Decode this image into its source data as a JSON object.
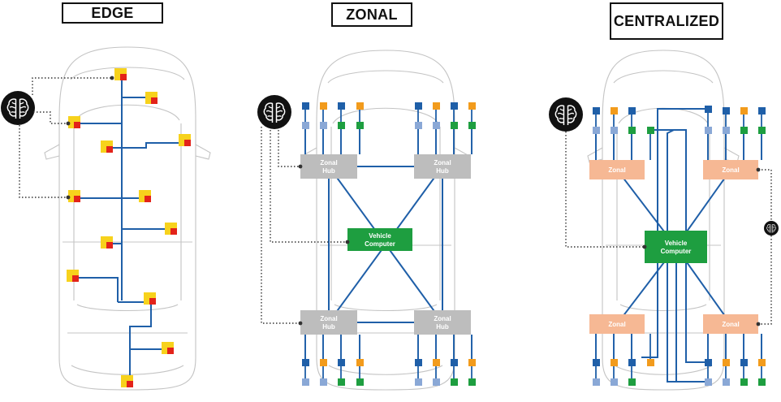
{
  "panels": {
    "edge": {
      "title": "EDGE"
    },
    "zonal": {
      "title": "ZONAL",
      "hub_label": "Zonal Hub",
      "computer_label": "Vehicle Computer"
    },
    "centralized": {
      "title": "CENTRALIZED",
      "zonal_label": "Zonal",
      "computer_label": "Vehicle Computer"
    }
  },
  "colors": {
    "wire": "#1f5fa8",
    "dotted": "#333333",
    "ecu_yellow": "#f7d21c",
    "ecu_red": "#e3231a",
    "hub_gray": "#bdbdbd",
    "zonal_peach": "#f6b894",
    "computer_green": "#1e9e40",
    "node_blue": "#1f5fa8",
    "node_light_blue": "#8aa8d6",
    "node_orange": "#f29b1c",
    "node_green": "#1e9e40",
    "car_outline": "#c4c4c4",
    "brain_badge": "#111111"
  },
  "icons": [
    "brain-icon",
    "car-outline"
  ]
}
